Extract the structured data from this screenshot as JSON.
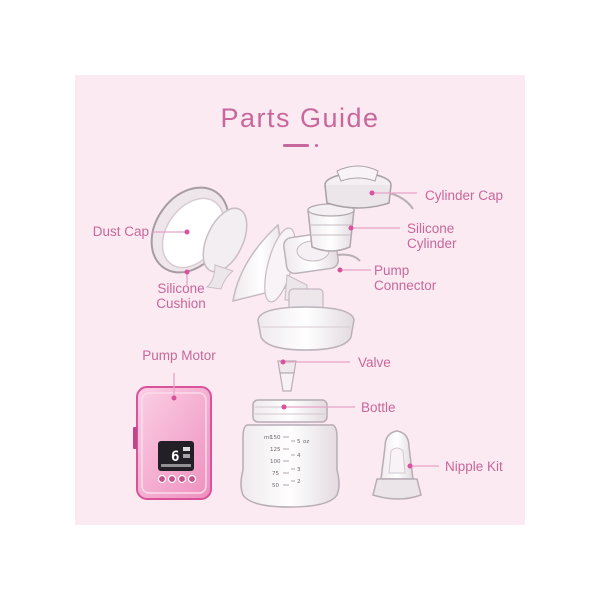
{
  "title": "Parts Guide",
  "colors": {
    "background": "#fbeaf1",
    "accent": "#c8679b",
    "label_text": "#c8679b",
    "leader": "#e7a4c7",
    "plastic": "#e9e1e6",
    "plastic_edge": "#b9aeb5",
    "motor_body": "#f3a7cd",
    "motor_edge": "#d9529b",
    "lcd": "#222026"
  },
  "parts": [
    {
      "id": "cylinder-cap",
      "lines": [
        "Cylinder Cap"
      ]
    },
    {
      "id": "silicone-cylinder",
      "lines": [
        "Silicone",
        "Cylinder"
      ]
    },
    {
      "id": "dust-cap",
      "lines": [
        "Dust Cap"
      ]
    },
    {
      "id": "pump-connector",
      "lines": [
        "Pump",
        "Connector"
      ]
    },
    {
      "id": "silicone-cushion",
      "lines": [
        "Silicone",
        "Cushion"
      ]
    },
    {
      "id": "pump-motor",
      "lines": [
        "Pump Motor"
      ]
    },
    {
      "id": "valve",
      "lines": [
        "Valve"
      ]
    },
    {
      "id": "bottle",
      "lines": [
        "Bottle"
      ]
    },
    {
      "id": "nipple-kit",
      "lines": [
        "Nipple Kit"
      ]
    }
  ],
  "bottle_scale": {
    "ml_label": "ml",
    "oz_label": "oz",
    "ml_marks": [
      "150",
      "125",
      "100",
      "75",
      "50"
    ],
    "oz_marks": [
      "5",
      "4",
      "3",
      "2"
    ]
  },
  "motor_display": {
    "level": "6"
  }
}
